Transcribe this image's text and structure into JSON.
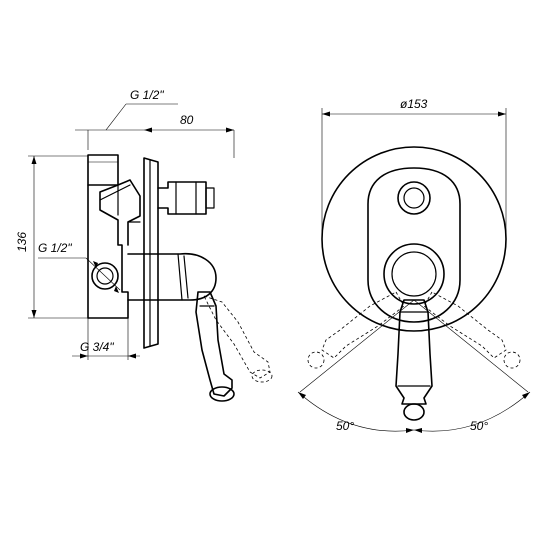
{
  "drawing": {
    "dimensions": {
      "inlet_top": "G 1/2\"",
      "depth": "80",
      "height": "136",
      "inlet_side": "G 1/2\"",
      "outlet_bottom": "G 3/4\"",
      "plate_diameter": "ø153",
      "angle_left": "50°",
      "angle_right": "50°"
    }
  }
}
